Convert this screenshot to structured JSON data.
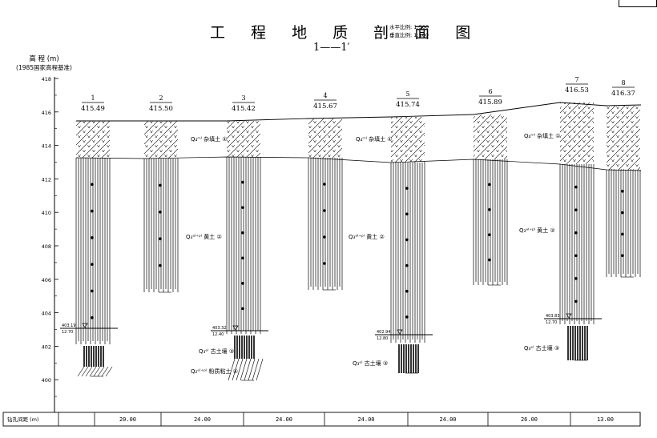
{
  "title": "工 程 地 质 剖 面 图",
  "section_label": "1——1′",
  "scale": {
    "horizontal": "水平比例: 1:500",
    "vertical": "垂直比例: 1:100"
  },
  "axis": {
    "title_line1": "高 程 (m)",
    "title_line2": "(1985国家高程基准)",
    "ticks": [
      "418",
      "416",
      "414",
      "412",
      "410",
      "408",
      "406",
      "404",
      "402",
      "400"
    ]
  },
  "boreholes": [
    {
      "id": "1",
      "elev": "415.49"
    },
    {
      "id": "2",
      "elev": "415.50"
    },
    {
      "id": "3",
      "elev": "415.42"
    },
    {
      "id": "4",
      "elev": "415.67"
    },
    {
      "id": "5",
      "elev": "415.74"
    },
    {
      "id": "6",
      "elev": "415.89"
    },
    {
      "id": "7",
      "elev": "416.53"
    },
    {
      "id": "8",
      "elev": "416.37"
    }
  ],
  "layers": {
    "fill_left": "Q₄ᵐˡ 杂填土 ①",
    "fill_mid": "Q₄ᵐˡ 杂填土 ①",
    "fill_right": "Q₄ᵐˡ 杂填土 ①",
    "clay_left": "Q₃ᵃˡ⁺ᵖˡ 黄土 ②",
    "clay_mid": "Q₃ᵃˡ⁺ᵖˡ 黄土 ②",
    "clay_right": "Q₃ᵃˡ⁺ᵖˡ 黄土 ②",
    "paleosol_left": "Q₃ᵉˡ 古土壤 ③",
    "paleosol_mid": "Q₃ᵉˡ 古土壤 ③",
    "paleosol_right": "Q₃ᵉˡ 古土壤 ③",
    "silt": "Q₂ᵉˡ⁺ᵖˡ 粉质粘土 ④"
  },
  "water_levels": [
    {
      "elev": "403.19",
      "date": "12.70"
    },
    {
      "elev": "403.32",
      "date": "12.40"
    },
    {
      "elev": "402.94",
      "date": "12.80"
    },
    {
      "elev": "403.83",
      "date": "12.70"
    }
  ],
  "bottom_table": {
    "header": "钻孔间距 (m)",
    "cells": [
      "20.00",
      "24.00",
      "24.00",
      "24.00",
      "24.00",
      "26.00",
      "13.00"
    ]
  },
  "colors": {
    "line": "#000000",
    "background": "#ffffff"
  }
}
